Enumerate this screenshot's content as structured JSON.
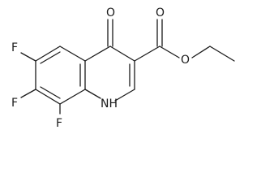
{
  "molecule": {
    "atoms": [
      {
        "id": "F6",
        "label": "F"
      },
      {
        "id": "F7",
        "label": "F"
      },
      {
        "id": "F8",
        "label": "F"
      },
      {
        "id": "O4",
        "label": "O"
      },
      {
        "id": "O_carbonyl",
        "label": "O"
      },
      {
        "id": "O_ester",
        "label": "O"
      },
      {
        "id": "N1",
        "label": "NH"
      }
    ]
  }
}
